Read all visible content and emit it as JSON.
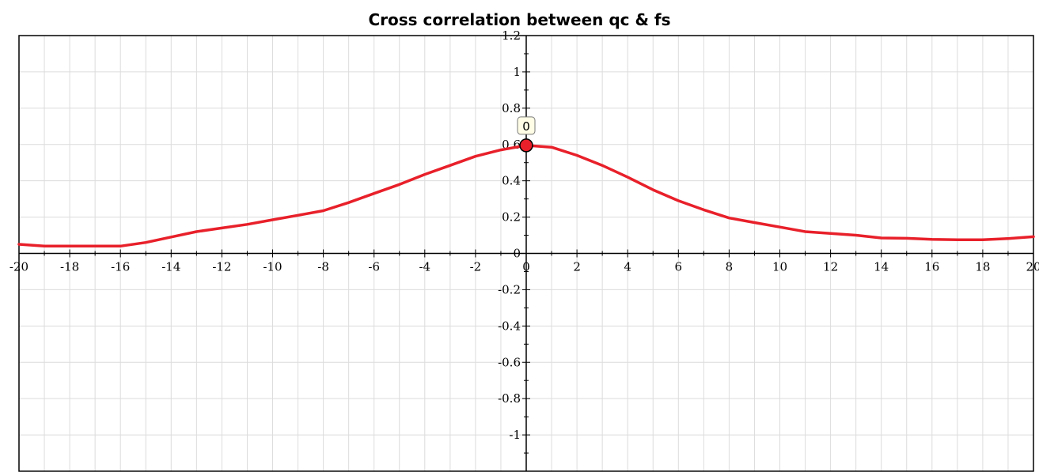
{
  "chart_data": {
    "type": "line",
    "title": "Cross correlation between qc & fs",
    "xlabel": "",
    "ylabel": "",
    "xlim": [
      -20,
      20
    ],
    "ylim": [
      -1.2,
      1.2
    ],
    "x_ticks": [
      -20,
      -18,
      -16,
      -14,
      -12,
      -10,
      -8,
      -6,
      -4,
      -2,
      0,
      2,
      4,
      6,
      8,
      10,
      12,
      14,
      16,
      18,
      20
    ],
    "y_ticks": [
      -1,
      -0.8,
      -0.6,
      -0.4,
      -0.2,
      0,
      0.2,
      0.4,
      0.6,
      0.8,
      1,
      1.2
    ],
    "x_tick_labels": [
      "-20",
      "-18",
      "-16",
      "-14",
      "-12",
      "-10",
      "-8",
      "-6",
      "-4",
      "-2",
      "0",
      "2",
      "4",
      "6",
      "8",
      "10",
      "12",
      "14",
      "16",
      "18",
      "20"
    ],
    "y_tick_labels": [
      "-1",
      "-0.8",
      "-0.6",
      "-0.4",
      "-0.2",
      "0",
      "0.2",
      "0.4",
      "0.6",
      "0.8",
      "1",
      "1.2"
    ],
    "grid": true,
    "series_color": "#e8202a",
    "series": [
      {
        "x": [
          -20,
          -19,
          -18,
          -17,
          -16,
          -15,
          -14,
          -13,
          -12,
          -11,
          -10,
          -9,
          -8,
          -7,
          -6,
          -5,
          -4,
          -3,
          -2,
          -1,
          0,
          1,
          2,
          3,
          4,
          5,
          6,
          7,
          8,
          9,
          10,
          11,
          12,
          13,
          14,
          15,
          16,
          17,
          18,
          19,
          20
        ],
        "y": [
          0.05,
          0.04,
          0.04,
          0.04,
          0.04,
          0.06,
          0.09,
          0.12,
          0.14,
          0.16,
          0.185,
          0.21,
          0.235,
          0.28,
          0.33,
          0.38,
          0.435,
          0.485,
          0.535,
          0.57,
          0.595,
          0.585,
          0.54,
          0.485,
          0.42,
          0.35,
          0.29,
          0.24,
          0.195,
          0.17,
          0.145,
          0.12,
          0.11,
          0.1,
          0.085,
          0.083,
          0.077,
          0.075,
          0.075,
          0.082,
          0.092
        ]
      }
    ],
    "highlight": {
      "x": 0,
      "y": 0.595,
      "label": "0"
    }
  }
}
